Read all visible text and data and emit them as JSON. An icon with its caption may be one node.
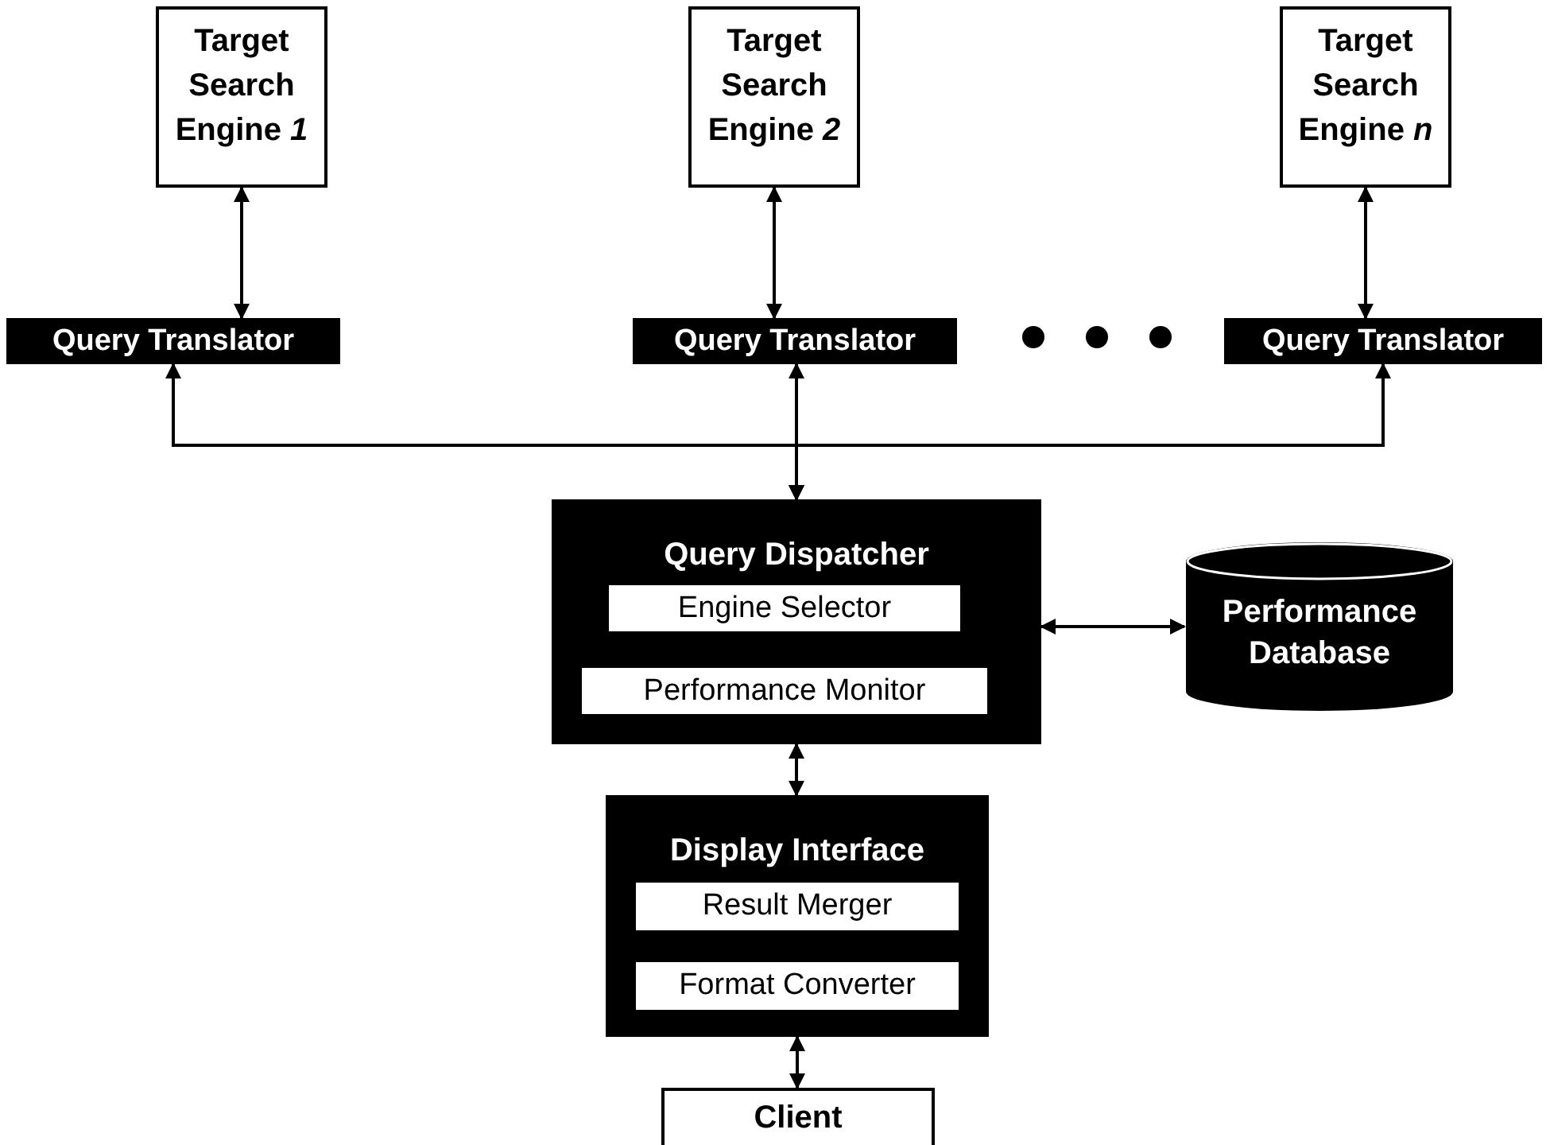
{
  "diagram": {
    "nodes": [
      {
        "text": [
          "Target Search Engine *1*"
        ]
      },
      {
        "text": [
          "Target Search Engine *2*"
        ]
      },
      {
        "text": [
          "Target Search Engine *n*"
        ]
      },
      {
        "text": [
          "Query Translator"
        ]
      },
      {
        "text": [
          "Query Translator"
        ]
      },
      {
        "text": [
          "Query Translator"
        ]
      },
      {
        "text": [
          "Query Dispatcher"
        ]
      },
      {
        "text": [
          "Engine Selector"
        ],
        "in": 6
      },
      {
        "text": [
          "Performance Monitor"
        ],
        "in": 6
      },
      {
        "text": [
          "Performance Database"
        ]
      },
      {
        "text": [
          "Display Interface"
        ]
      },
      {
        "text": [
          "Result Merger"
        ],
        "in": 10
      },
      {
        "text": [
          "Format Converter"
        ],
        "in": 10
      },
      {
        "text": [
          "Client"
        ]
      }
    ],
    "edges": [
      {
        "from": 0,
        "to": 3,
        "arrow": "both"
      },
      {
        "from": 1,
        "to": 4,
        "arrow": "both"
      },
      {
        "from": 2,
        "to": 5,
        "arrow": "both"
      },
      {
        "from": 6,
        "to": 3,
        "arrow": "both"
      },
      {
        "from": 6,
        "to": 4,
        "arrow": "both"
      },
      {
        "from": 6,
        "to": 5,
        "arrow": "both"
      },
      {
        "from": 6,
        "to": 9,
        "arrow": "both"
      },
      {
        "from": 6,
        "to": 10,
        "arrow": "both"
      },
      {
        "from": 10,
        "to": 13,
        "arrow": "both"
      }
    ]
  }
}
